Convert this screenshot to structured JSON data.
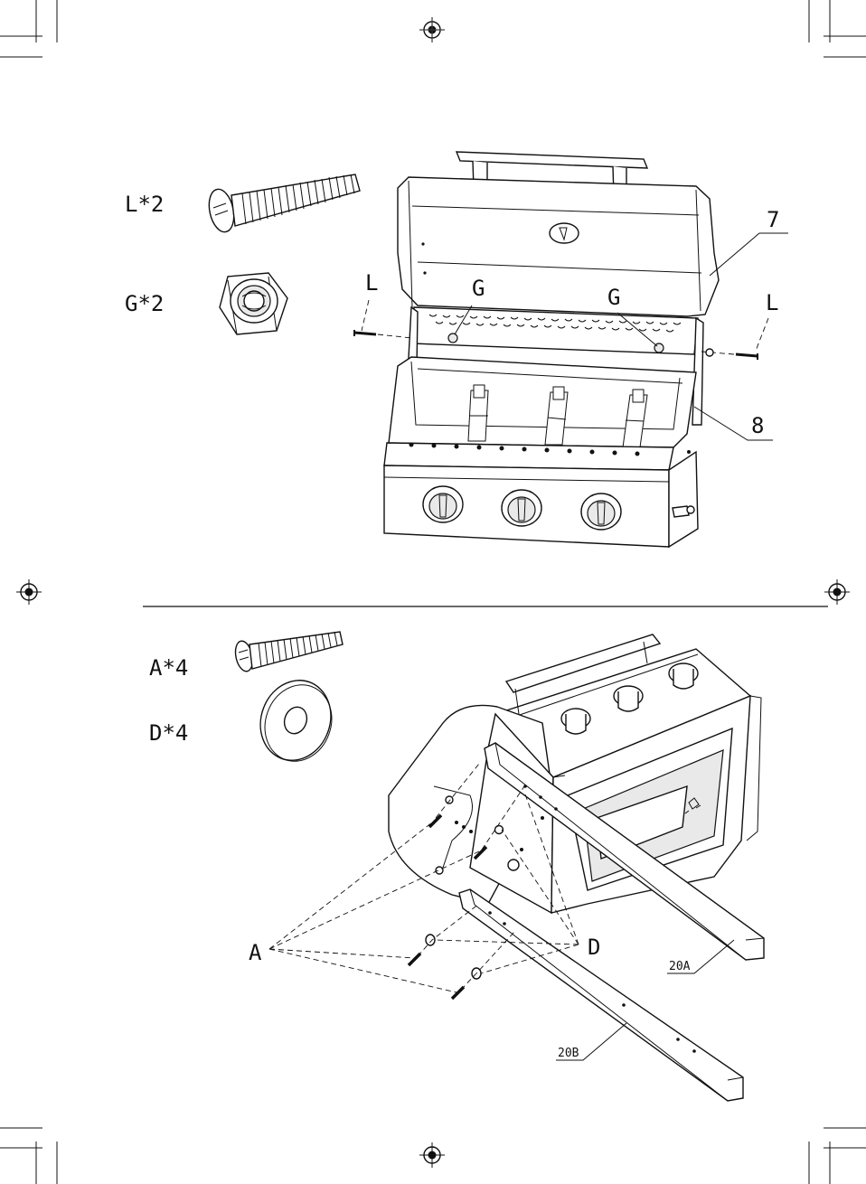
{
  "step1": {
    "parts": [
      {
        "label": "L*2",
        "icon": "bolt-icon"
      },
      {
        "label": "G*2",
        "icon": "lock-nut-icon"
      }
    ],
    "callouts": {
      "L_left": "L",
      "G_left": "G",
      "G_right": "G",
      "L_right": "L",
      "part7": "7",
      "part8": "8"
    }
  },
  "step2": {
    "parts": [
      {
        "label": "A*4",
        "icon": "bolt-icon"
      },
      {
        "label": "D*4",
        "icon": "washer-icon"
      }
    ],
    "callouts": {
      "A": "A",
      "D": "D",
      "part20A": "20A",
      "part20B": "20B"
    }
  },
  "colors": {
    "ink": "#111111",
    "paper": "#ffffff"
  }
}
